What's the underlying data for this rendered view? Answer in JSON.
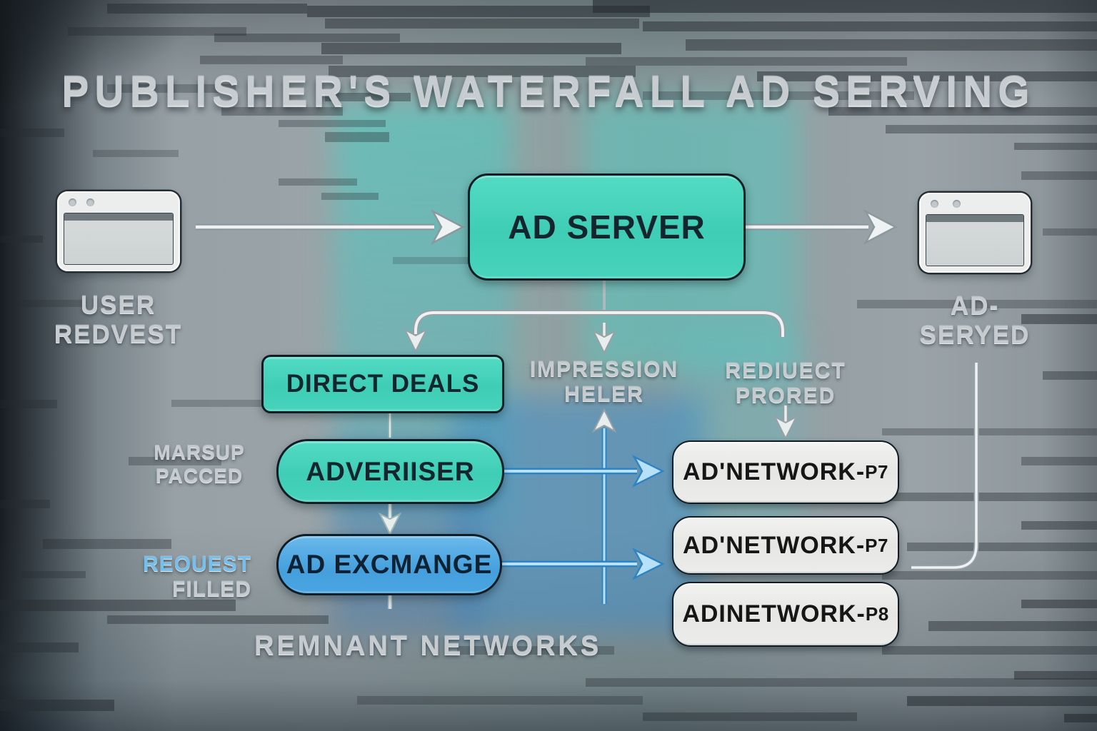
{
  "title": "PUBLISHER'S WATERFALL AD SERVING",
  "nodes": {
    "ad_server": "AD SERVER",
    "direct_deals": "DIRECT DEALS",
    "advertiser": "ADVERIISER",
    "ad_exchange": "AD EXCMANGE",
    "networks": [
      {
        "name": "AD'NETWORK-",
        "tier": "P7"
      },
      {
        "name": "AD'NETWORK-",
        "tier": "P7"
      },
      {
        "name": "ADINETWORK-",
        "tier": "P8"
      }
    ]
  },
  "endpoints": {
    "user_request_line1": "USER",
    "user_request_line2": "REDVEST",
    "ad_served_line1": "AD-",
    "ad_served_line2": "SERYED"
  },
  "annotations": {
    "impression_line1": "IMPRESSION",
    "impression_line2": "HELER",
    "redirect_line1": "REDIUECT",
    "redirect_line2": "PRORED",
    "markup_line1": "MARSUP",
    "markup_line2": "PACCED",
    "request_line1": "REOUEST",
    "request_line2": "FILLED",
    "remnant": "REMNANT NETWORKS"
  },
  "icons": {
    "left": "browser-window-icon",
    "right": "browser-window-icon"
  },
  "colors": {
    "teal_node": "#45d3bc",
    "blue_node": "#4aa6e2",
    "network_node": "#e9e9e7",
    "node_border": "#101d24",
    "node_text": "#13262e",
    "label_text": "#c5cbcf",
    "blue_label": "#74bfec",
    "arrow_gray": "#eef2f3",
    "arrow_blue": "#b7e1f8"
  }
}
